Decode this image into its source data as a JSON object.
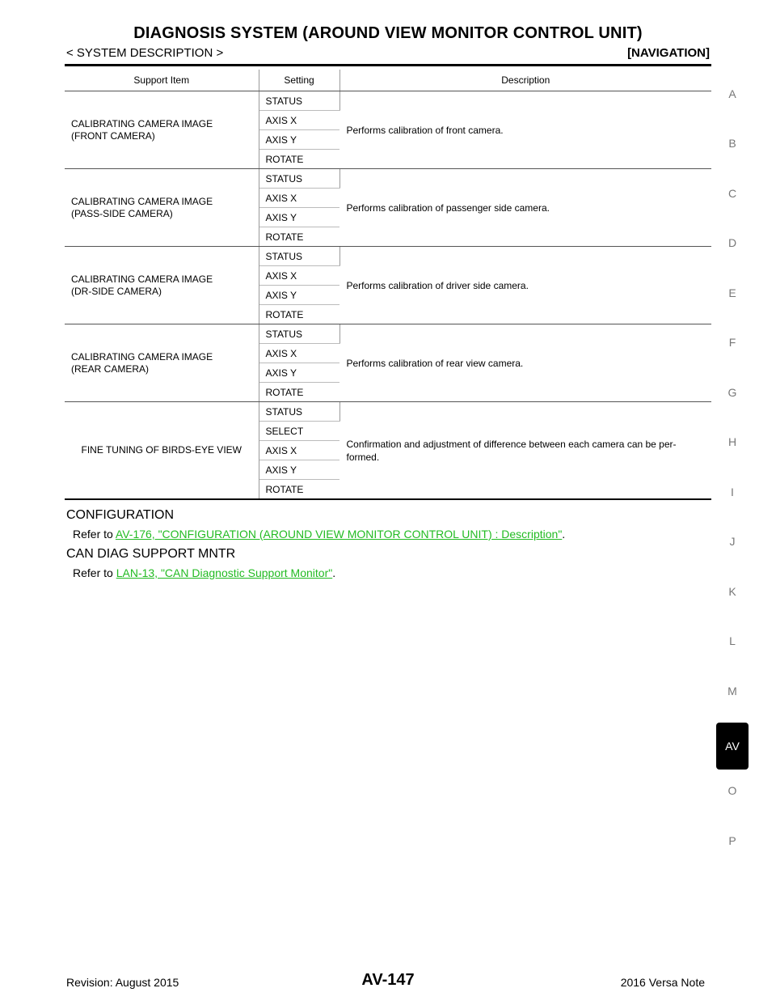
{
  "header": {
    "title": "DIAGNOSIS SYSTEM (AROUND VIEW MONITOR CONTROL UNIT)",
    "section": "< SYSTEM DESCRIPTION >",
    "category": "[NAVIGATION]"
  },
  "table": {
    "columns": [
      "Support Item",
      "Setting",
      "Description"
    ],
    "groups": [
      {
        "item_line1": "CALIBRATING CAMERA IMAGE",
        "item_line2": "(FRONT CAMERA)",
        "settings": [
          "STATUS",
          "AXIS X",
          "AXIS Y",
          "ROTATE"
        ],
        "description": "Performs calibration of front camera."
      },
      {
        "item_line1": "CALIBRATING CAMERA IMAGE",
        "item_line2": "(PASS-SIDE CAMERA)",
        "settings": [
          "STATUS",
          "AXIS X",
          "AXIS Y",
          "ROTATE"
        ],
        "description": "Performs calibration of passenger side camera."
      },
      {
        "item_line1": "CALIBRATING CAMERA IMAGE",
        "item_line2": "(DR-SIDE CAMERA)",
        "settings": [
          "STATUS",
          "AXIS X",
          "AXIS Y",
          "ROTATE"
        ],
        "description": "Performs calibration of driver side camera."
      },
      {
        "item_line1": "CALIBRATING CAMERA IMAGE",
        "item_line2": "(REAR CAMERA)",
        "settings": [
          "STATUS",
          "AXIS X",
          "AXIS Y",
          "ROTATE"
        ],
        "description": "Performs calibration of rear view camera."
      },
      {
        "item_line1": "FINE TUNING OF BIRDS-EYE VIEW",
        "item_line2": "",
        "settings": [
          "STATUS",
          "SELECT",
          "AXIS X",
          "AXIS Y",
          "ROTATE"
        ],
        "description_line1": "Confirmation and adjustment of difference between each camera can be per-",
        "description_line2": "formed."
      }
    ]
  },
  "sections": {
    "configuration": {
      "heading": "CONFIGURATION",
      "prefix": "Refer to ",
      "link": "AV-176, \"CONFIGURATION (AROUND VIEW MONITOR CONTROL UNIT) : Description\"",
      "suffix": "."
    },
    "can_diag": {
      "heading": "CAN DIAG SUPPORT MNTR",
      "prefix": "Refer to ",
      "link": "LAN-13, \"CAN Diagnostic Support Monitor\"",
      "suffix": "."
    }
  },
  "side_index": {
    "letters": [
      "A",
      "B",
      "C",
      "D",
      "E",
      "F",
      "G",
      "H",
      "I",
      "J",
      "K",
      "L",
      "M",
      "AV",
      "O",
      "P"
    ],
    "active": "AV"
  },
  "footer": {
    "revision": "Revision: August 2015",
    "page": "AV-147",
    "model": "2016 Versa Note"
  },
  "colors": {
    "link": "#22bb22",
    "text": "#000000",
    "index_text": "#777777"
  }
}
